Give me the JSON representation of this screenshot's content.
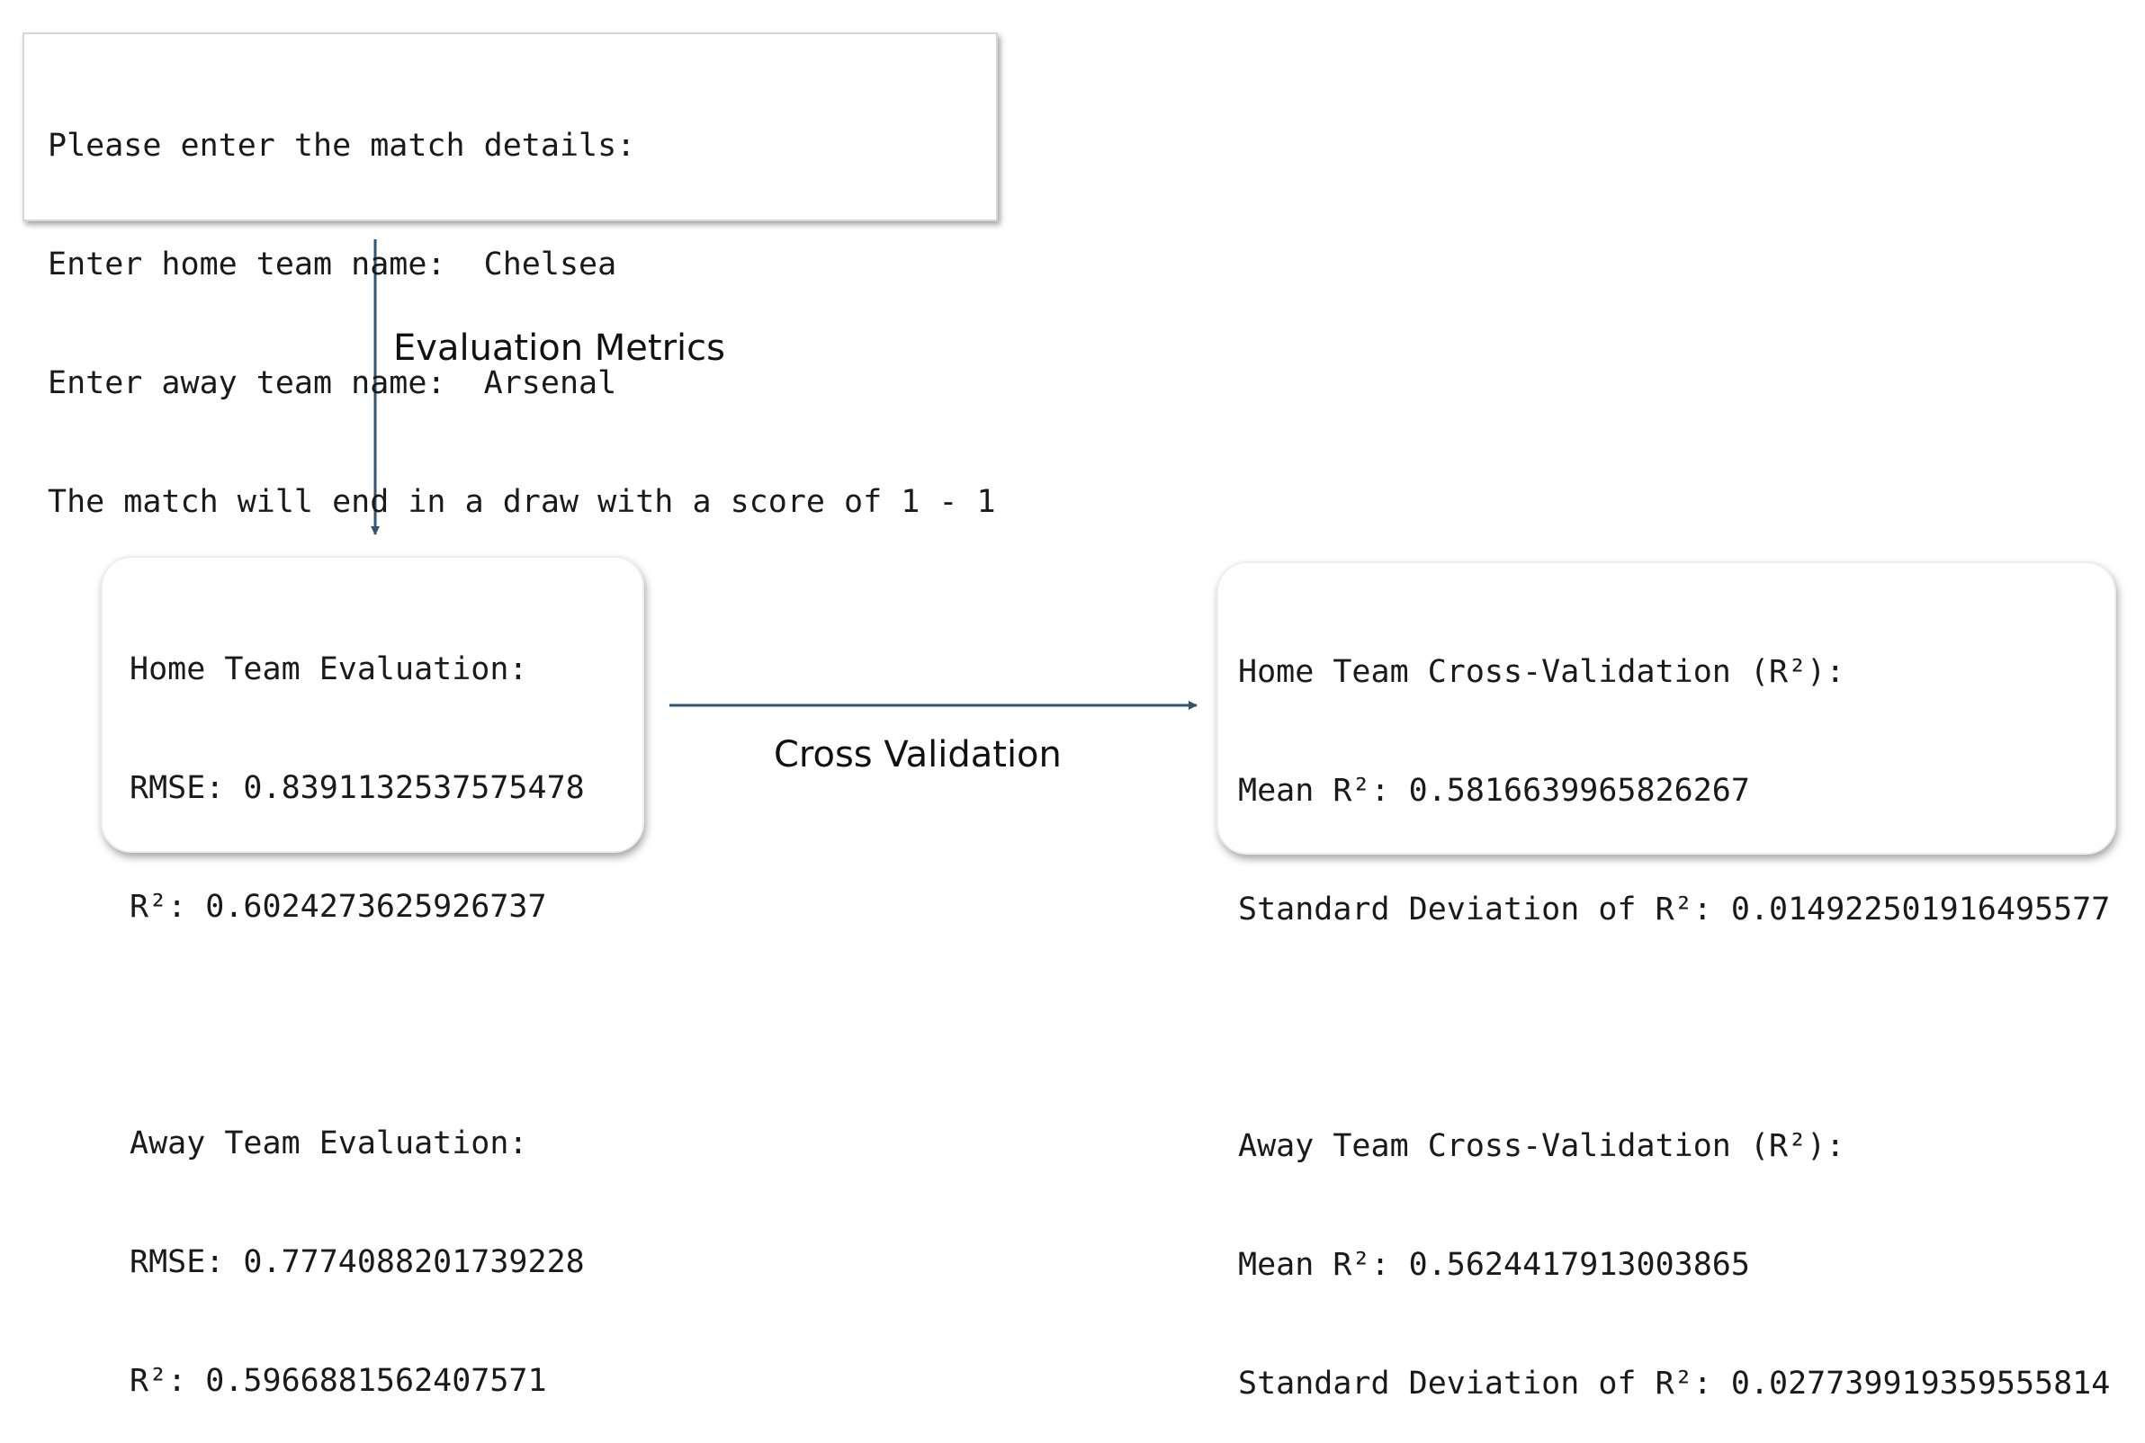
{
  "colors": {
    "arrow": "#2f5577",
    "text": "#1a1a1a"
  },
  "console": {
    "lines": [
      "Please enter the match details:",
      "Enter home team name:  Chelsea",
      "Enter away team name:  Arsenal",
      "The match will end in a draw with a score of 1 - 1"
    ]
  },
  "evaluation": {
    "home": {
      "heading": "Home Team Evaluation:",
      "rmse": "RMSE: 0.8391132537575478",
      "r2": "R²: 0.6024273625926737"
    },
    "away": {
      "heading": "Away Team Evaluation:",
      "rmse": "RMSE: 0.7774088201739228",
      "r2": "R²: 0.5966881562407571"
    }
  },
  "cross_validation": {
    "home": {
      "heading": "Home Team Cross-Validation (R²):",
      "mean": "Mean R²: 0.5816639965826267",
      "std": "Standard Deviation of R²: 0.014922501916495577"
    },
    "away": {
      "heading": "Away Team Cross-Validation (R²):",
      "mean": "Mean R²: 0.5624417913003865",
      "std": "Standard Deviation of R²: 0.027739919359555814"
    }
  },
  "edges": {
    "evaluation_label": "Evaluation Metrics",
    "cross_validation_label": "Cross Validation"
  }
}
